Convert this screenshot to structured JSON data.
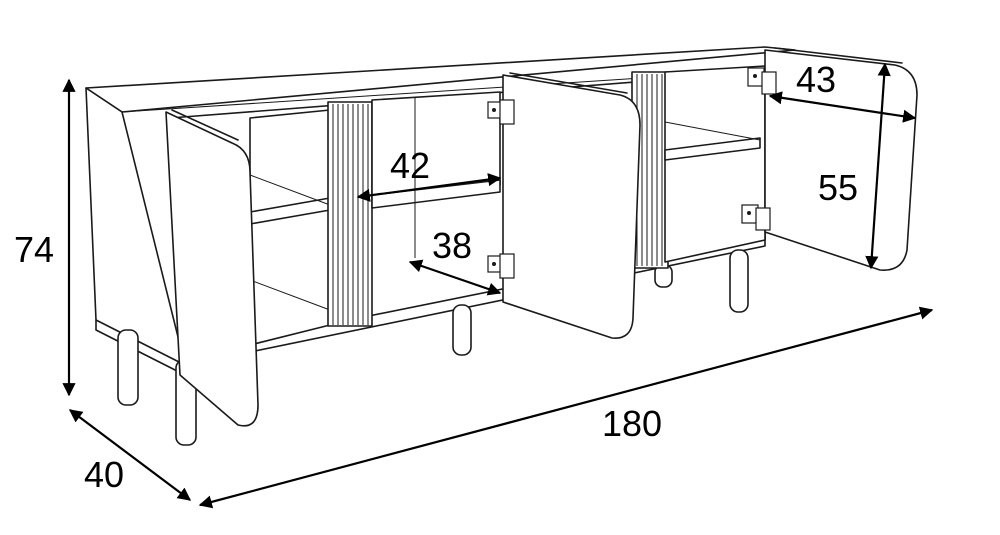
{
  "diagram": {
    "subject": "three-door sideboard with fluted panels and round legs",
    "dimensions": {
      "height": "74",
      "depth": "40",
      "width": "180",
      "inner_shelf_width": "42",
      "inner_shelf_depth": "38",
      "door_width": "43",
      "door_height": "55"
    },
    "colors": {
      "line": "#1a1a1a",
      "background": "#ffffff"
    }
  }
}
